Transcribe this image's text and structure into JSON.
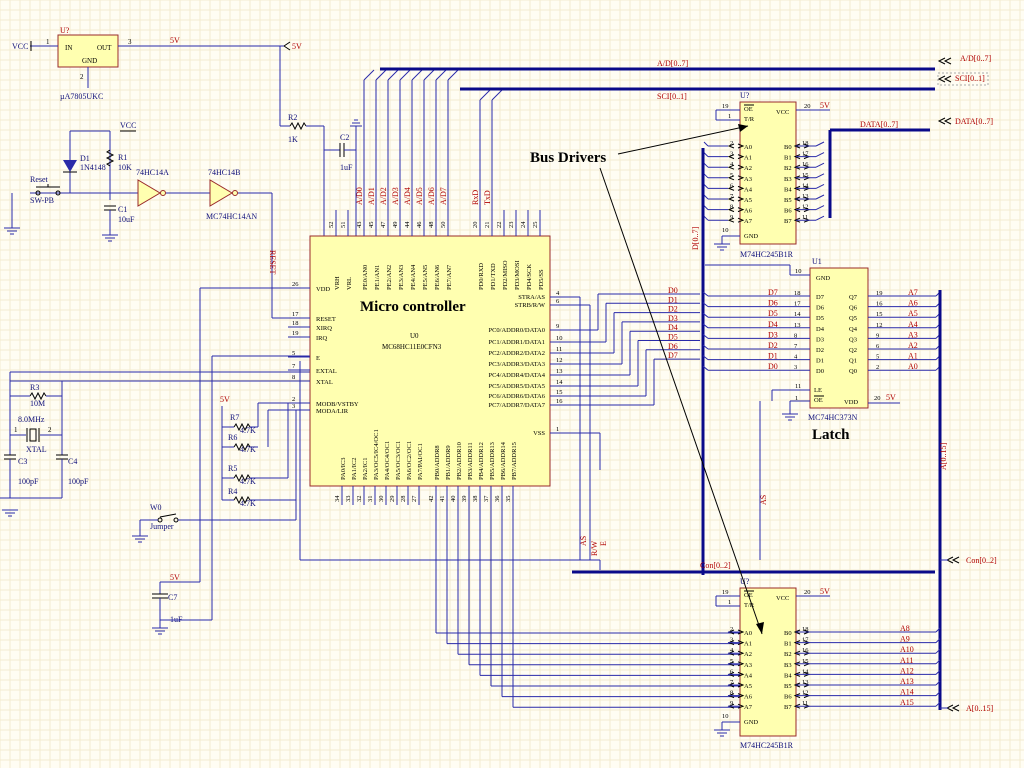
{
  "callouts": {
    "micro": "Micro controller",
    "bus": "Bus Drivers",
    "latch": "Latch"
  },
  "reg": {
    "ref": "U?",
    "in": "IN",
    "out": "OUT",
    "gnd": "GND",
    "part": "µA7805UKC",
    "p1": "1",
    "p2": "2",
    "p3": "3"
  },
  "net": {
    "vcc": "VCC",
    "v5": "5V",
    "port5v": "5V",
    "ad": "A/D[0..7]",
    "sci": "SCI[0..1]",
    "sci_label": "SCI[0..1]",
    "data": "DATA[0..7]",
    "data_label": "DATA[0..7]",
    "d_bus": "D[0..7]",
    "a_bus": "A[0..15]",
    "a_bus2": "A[0..15]",
    "con": "Con[0..2]",
    "con_label": "Con[0..2]",
    "reset": "RESET",
    "as": "AS",
    "e": "E",
    "rw": "R/W"
  },
  "parts": {
    "r1": "R1",
    "r1v": "10K",
    "r2": "R2",
    "r2v": "1K",
    "r3": "R3",
    "r3v": "10M",
    "r4": "R4",
    "r5": "R5",
    "r6": "R6",
    "r7": "R7",
    "r47k": "4.7K",
    "c1": "C1",
    "c1v": "10uF",
    "c2": "C2",
    "c2v": "1uF",
    "c3": "C3",
    "c4": "C4",
    "c100p": "100pF",
    "c7": "C7",
    "c7v": "1uF",
    "d1": "D1",
    "d1v": "1N4148",
    "sw": "Reset",
    "swv": "SW-PB",
    "xtal": "8.0MHz",
    "xtalv": "XTAL",
    "w0": "W0",
    "w0v": "Jumper",
    "u1a": "74HC14A",
    "u1b": "74HC14B",
    "u1bpart": "MC74HC14AN"
  },
  "mcu": {
    "name": "U0",
    "part": "MC68HC11E0CFN3",
    "left_pins": [
      "VDD",
      "RESET",
      "XIRQ",
      "IRQ",
      "E",
      "EXTAL",
      "XTAL",
      "MODB/VSTBY",
      "MODA/LIR"
    ],
    "left_nums": [
      "26",
      "17",
      "18",
      "19",
      "5",
      "7",
      "8",
      "2",
      "3"
    ],
    "top_pins": [
      "VRH",
      "VRL",
      "PE0/AN0",
      "PE1/AN1",
      "PE2/AN2",
      "PE3/AN3",
      "PE4/AN4",
      "PE5/AN5",
      "PE6/AN6",
      "PE7/AN7",
      "PD0/RXD",
      "PD1/TXD",
      "PD2/MISO",
      "PD3/MOSI",
      "PD4/SCK",
      "PD5/SS"
    ],
    "top_nums": [
      "52",
      "51",
      "43",
      "45",
      "47",
      "49",
      "44",
      "46",
      "48",
      "50",
      "20",
      "21",
      "22",
      "23",
      "24",
      "25"
    ],
    "top_wire": [
      "",
      "",
      "A/D0",
      "A/D1",
      "A/D2",
      "A/D3",
      "A/D4",
      "A/D5",
      "A/D6",
      "A/D7",
      "RxD",
      "TxD",
      "",
      "",
      "",
      ""
    ],
    "right_pins": [
      "STRA/AS",
      "STRB/R/W",
      "PC0/ADDR0/DATA0",
      "PC1/ADDR1/DATA1",
      "PC2/ADDR2/DATA2",
      "PC3/ADDR3/DATA3",
      "PC4/ADDR4/DATA4",
      "PC5/ADDR5/DATA5",
      "PC6/ADDR6/DATA6",
      "PC7/ADDR7/DATA7",
      "VSS"
    ],
    "right_nums": [
      "4",
      "6",
      "9",
      "10",
      "11",
      "12",
      "13",
      "14",
      "15",
      "16",
      "1"
    ],
    "bot_pins": [
      "PA0/IC3",
      "PA1/IC2",
      "PA2/IC1",
      "PA3/OC5/IC4/OC1",
      "PA4/OC4/OC1",
      "PA5/OC3/OC1",
      "PA6/OC2/OC1",
      "PA7/PAI/OC1",
      "PB0/ADDR8",
      "PB1/ADDR9",
      "PB2/ADDR10",
      "PB3/ADDR11",
      "PB4/ADDR12",
      "PB5/ADDR13",
      "PB6/ADDR14",
      "PB7/ADDR15"
    ],
    "bot_nums": [
      "34",
      "33",
      "32",
      "31",
      "30",
      "29",
      "28",
      "27",
      "42",
      "41",
      "40",
      "39",
      "38",
      "37",
      "36",
      "35"
    ]
  },
  "u2": {
    "ref": "U?",
    "part": "M74HC245B1R",
    "oe": "OE",
    "tr": "T/R",
    "vcc": "VCC",
    "gnd": "GND",
    "a": [
      "A0",
      "A1",
      "A2",
      "A3",
      "A4",
      "A5",
      "A6",
      "A7"
    ],
    "b": [
      "B0",
      "B1",
      "B2",
      "B3",
      "B4",
      "B5",
      "B6",
      "B7"
    ],
    "anum": [
      "2",
      "3",
      "4",
      "5",
      "6",
      "7",
      "8",
      "9"
    ],
    "bnum": [
      "18",
      "17",
      "16",
      "15",
      "14",
      "13",
      "12",
      "11"
    ],
    "p19": "19",
    "p1": "1",
    "p20": "20",
    "p10": "10"
  },
  "u3": {
    "ref": "U?",
    "part": "M74HC245B1R",
    "oe": "OE",
    "tr": "T/R",
    "vcc": "VCC",
    "gnd": "GND",
    "a": [
      "A0",
      "A1",
      "A2",
      "A3",
      "A4",
      "A5",
      "A6",
      "A7"
    ],
    "b": [
      "B0",
      "B1",
      "B2",
      "B3",
      "B4",
      "B5",
      "B6",
      "B7"
    ],
    "anum": [
      "2",
      "3",
      "4",
      "5",
      "6",
      "7",
      "8",
      "9"
    ],
    "bnum": [
      "18",
      "17",
      "16",
      "15",
      "14",
      "13",
      "12",
      "11"
    ],
    "out": [
      "A8",
      "A9",
      "A10",
      "A11",
      "A12",
      "A13",
      "A14",
      "A15"
    ],
    "p19": "19",
    "p1": "1",
    "p20": "20",
    "p10": "10"
  },
  "u1": {
    "ref": "U1",
    "part": "MC74HC373N",
    "gnd": "GND",
    "vdd": "VDD",
    "le": "LE",
    "oe": "OE",
    "in_net": [
      "D7",
      "D6",
      "D5",
      "D4",
      "D3",
      "D2",
      "D1",
      "D0"
    ],
    "in_num": [
      "18",
      "17",
      "14",
      "13",
      "8",
      "7",
      "4",
      "3"
    ],
    "dpin": [
      "D7",
      "D6",
      "D5",
      "D4",
      "D3",
      "D2",
      "D1",
      "D0"
    ],
    "qpin": [
      "Q7",
      "Q6",
      "Q5",
      "Q4",
      "Q3",
      "Q2",
      "Q1",
      "Q0"
    ],
    "out_num": [
      "19",
      "16",
      "15",
      "12",
      "9",
      "6",
      "5",
      "2"
    ],
    "out_net": [
      "A7",
      "A6",
      "A5",
      "A4",
      "A3",
      "A2",
      "A1",
      "A0"
    ],
    "p10": "10",
    "p11": "11",
    "p1": "1",
    "p20": "20"
  },
  "dnet": [
    "D0",
    "D1",
    "D2",
    "D3",
    "D4",
    "D5",
    "D6",
    "D7"
  ]
}
